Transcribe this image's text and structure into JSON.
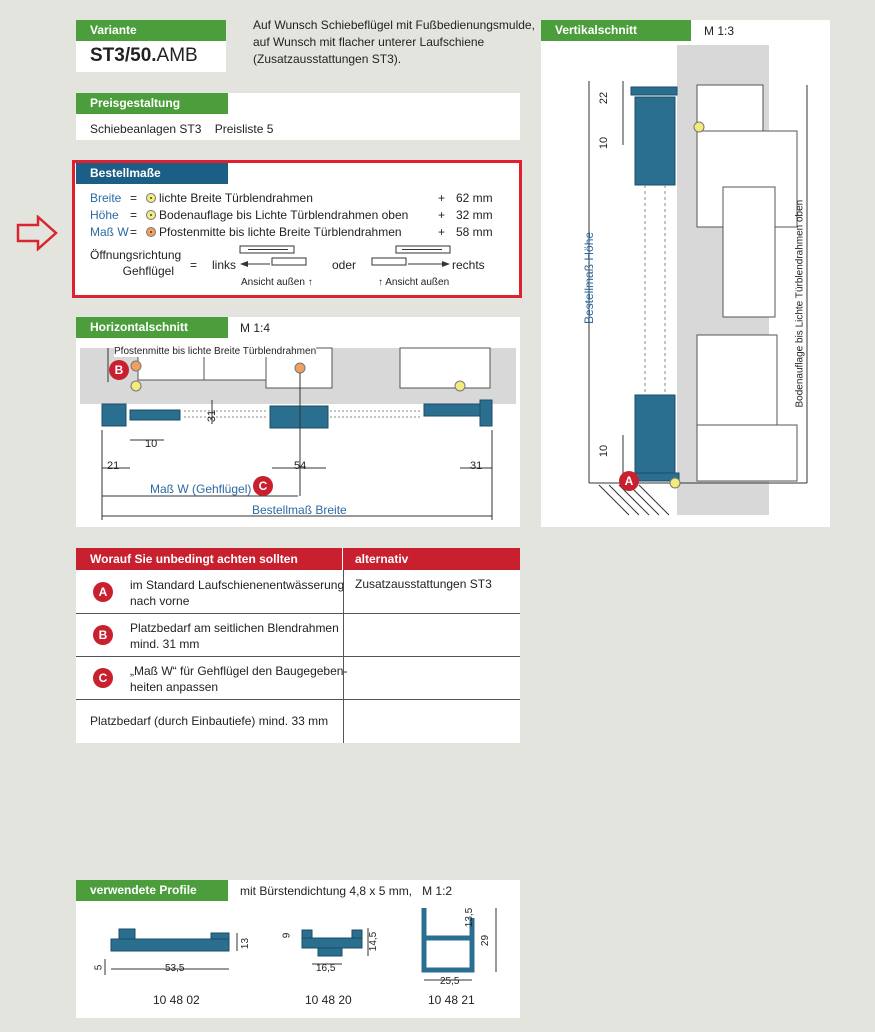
{
  "variant": {
    "tag": "Variante",
    "code_bold": "ST3/50.",
    "code_rest": "AMB",
    "description": [
      "Auf Wunsch Schiebeflügel mit Fußbedienungsmulde,",
      "auf Wunsch mit flacher unterer Laufschiene",
      "(Zusatzausstattungen ST3)."
    ]
  },
  "pricing": {
    "tag": "Preisgestaltung",
    "text": "Schiebeanlagen ST3    Preisliste 5"
  },
  "order": {
    "tag": "Bestellmaße",
    "rows": [
      {
        "label": "Breite",
        "eq": "=",
        "desc": "lichte Breite Türblendrahmen",
        "plus": "+",
        "value": "62 mm"
      },
      {
        "label": "Höhe",
        "eq": "=",
        "desc": "Bodenauflage bis Lichte Türblendrahmen oben",
        "plus": "+",
        "value": "32 mm"
      },
      {
        "label": "Maß W",
        "eq": "=",
        "desc": "Pfostenmitte bis lichte Breite Türblendrahmen",
        "plus": "+",
        "value": "58 mm"
      }
    ],
    "opening_label_1": "Öffnungsrichtung",
    "opening_label_2": "Gehflügel",
    "opening_eq": "=",
    "left": "links",
    "or": "oder",
    "right": "rechts",
    "view_outside": "Ansicht außen"
  },
  "horizontal": {
    "tag": "Horizontalschnitt",
    "scale": "M 1:4",
    "callout": "Pfostenmitte bis lichte Breite Türblendrahmen",
    "dims": [
      "31",
      "10",
      "21",
      "54",
      "31"
    ],
    "mass_w": "Maß W (Gehflügel)",
    "bestell_breite": "Bestellmaß Breite",
    "badge_b": "B",
    "badge_c": "C"
  },
  "vertical": {
    "tag": "Vertikalschnitt",
    "scale": "M 1:3",
    "dims": [
      "22",
      "10",
      "10"
    ],
    "bestell_hoehe": "Bestellmaß Höhe",
    "boden": "Bodenauflage bis Lichte Türblendrahmen oben",
    "badge_a": "A"
  },
  "notes": {
    "header_left": "Worauf Sie unbedingt achten sollten",
    "header_right": "alternativ",
    "rows": [
      {
        "badge": "A",
        "text": [
          "im Standard Laufschienenentwässerung",
          "nach vorne"
        ],
        "alt": "Zusatzausstattungen ST3"
      },
      {
        "badge": "B",
        "text": [
          "Platzbedarf am seitlichen Blendrahmen",
          "mind. 31 mm"
        ],
        "alt": ""
      },
      {
        "badge": "C",
        "text": [
          "„Maß W“ für Gehflügel den Baugegeben-",
          "heiten anpassen"
        ],
        "alt": ""
      }
    ],
    "last": "Platzbedarf (durch Einbautiefe) mind. 33 mm"
  },
  "profiles": {
    "tag": "verwendete Profile",
    "subtitle": "mit Bürstendichtung 4,8 x 5 mm,   M 1:2",
    "items": [
      {
        "code": "10 48 02",
        "dims": [
          "13",
          "5",
          "53,5"
        ]
      },
      {
        "code": "10 48 20",
        "dims": [
          "9",
          "14,5",
          "16,5"
        ]
      },
      {
        "code": "10 48 21",
        "dims": [
          "13,5",
          "29",
          "25,5"
        ]
      }
    ]
  },
  "colors": {
    "green": "#4c9e3c",
    "blue": "#1b5f86",
    "red": "#c8202f",
    "profile": "#2a6f8f"
  },
  "icons": [
    "arrow-right-outline-icon",
    "circle-marker-yellow-icon",
    "circle-marker-orange-icon"
  ]
}
